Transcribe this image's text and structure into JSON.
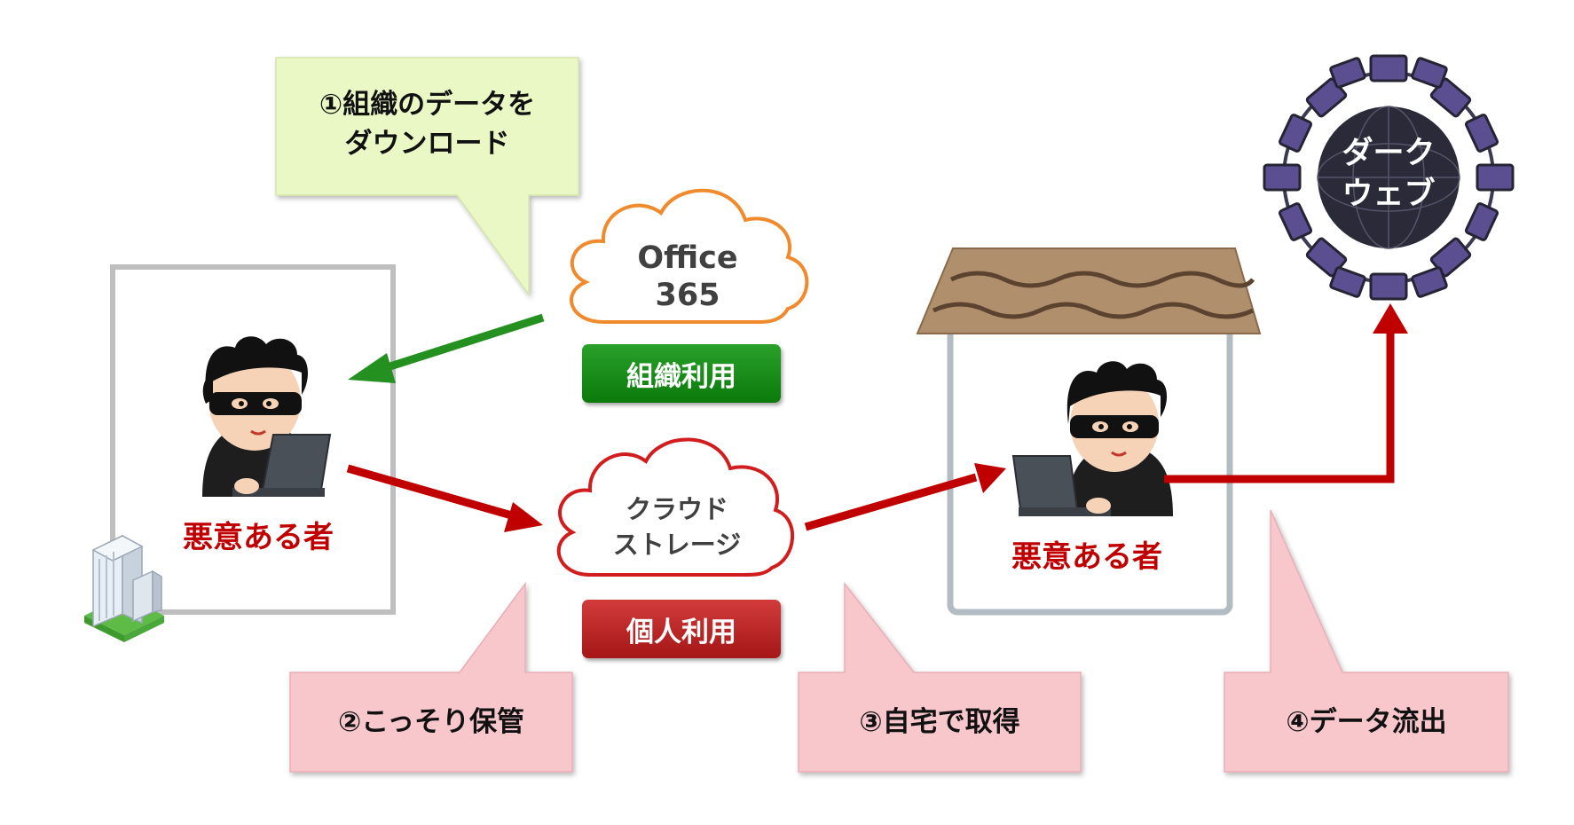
{
  "colors": {
    "green_arrow": "#23901f",
    "red_arrow": "#c00000",
    "green_callout": "#eaf8c6",
    "pink_callout": "#f7c7cc",
    "office_cloud": "#f08a2c",
    "storage_cloud": "#d11d1d"
  },
  "callouts": {
    "download": "①組織のデータを\nダウンロード",
    "store": "②こっそり保管",
    "home": "③自宅で取得",
    "leak": "④データ流出"
  },
  "clouds": {
    "office": "Office\n365",
    "storage": "クラウド\nストレージ"
  },
  "badges": {
    "org_use": "組織利用",
    "personal_use": "個人利用"
  },
  "actors": {
    "office_actor": "悪意ある者",
    "home_actor": "悪意ある者"
  },
  "dark_web": "ダーク\nウェブ",
  "icons": [
    "office-building-icon",
    "house-icon",
    "hacker-icon",
    "dark-web-icon",
    "laptop-icon"
  ]
}
